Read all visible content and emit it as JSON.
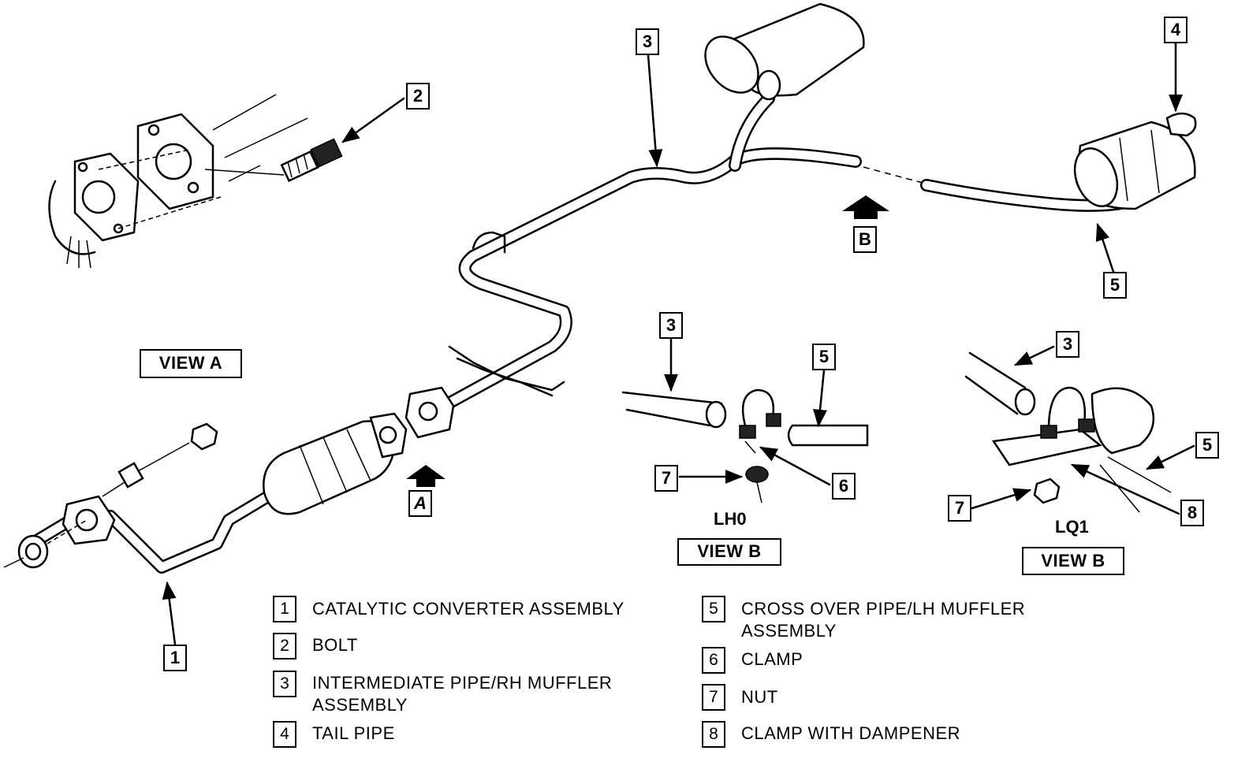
{
  "views": {
    "view_a": "VIEW A",
    "view_b": "VIEW B",
    "view_a_arrow": "A",
    "view_b_arrow": "B",
    "variant_lh0": "LH0",
    "variant_lq1": "LQ1"
  },
  "callouts": {
    "main_1": "1",
    "main_2": "2",
    "main_3": "3",
    "main_4": "4",
    "main_5": "5",
    "lh0_3": "3",
    "lh0_5": "5",
    "lh0_6": "6",
    "lh0_7": "7",
    "lq1_3": "3",
    "lq1_5": "5",
    "lq1_7": "7",
    "lq1_8": "8"
  },
  "legend": [
    {
      "num": "1",
      "label": "CATALYTIC CONVERTER ASSEMBLY"
    },
    {
      "num": "2",
      "label": "BOLT"
    },
    {
      "num": "3",
      "label": "INTERMEDIATE PIPE/RH MUFFLER ASSEMBLY"
    },
    {
      "num": "4",
      "label": "TAIL PIPE"
    },
    {
      "num": "5",
      "label": "CROSS OVER PIPE/LH MUFFLER ASSEMBLY"
    },
    {
      "num": "6",
      "label": "CLAMP"
    },
    {
      "num": "7",
      "label": "NUT"
    },
    {
      "num": "8",
      "label": "CLAMP WITH DAMPENER"
    }
  ]
}
